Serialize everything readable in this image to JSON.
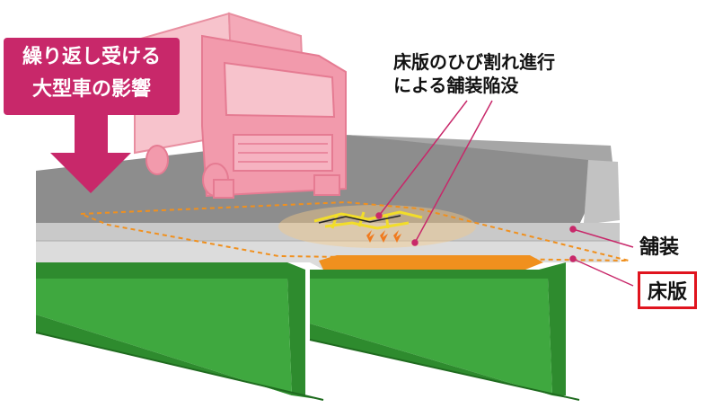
{
  "callout": {
    "line1": "繰り返し受ける",
    "line2": "大型車の影響"
  },
  "crack_label": {
    "line1": "床版のひび割れ進行",
    "line2": "による舗装陥没"
  },
  "pavement_label": "舗装",
  "deck_label": "床版",
  "colors": {
    "callout_bg": "#c8286a",
    "truck": "#f4a9b8",
    "pavement": "#8d8d8d",
    "deck": "#d0d0d0",
    "girder": "#2e8b2e",
    "damage": "#f0901e",
    "deck_box_border": "#e0141e"
  }
}
